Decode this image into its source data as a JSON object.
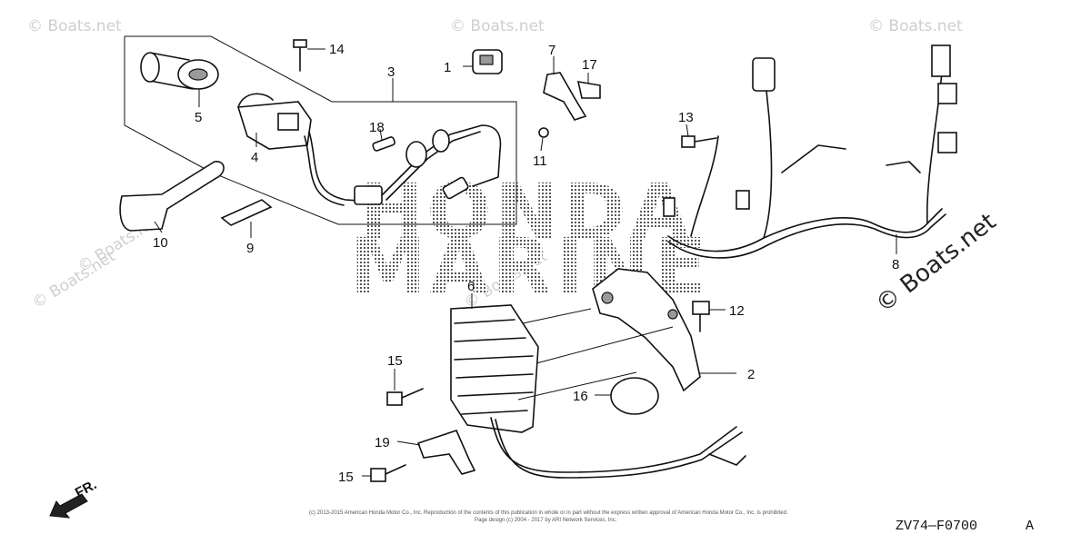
{
  "watermark": {
    "brand_line1": "HONDA",
    "brand_line2": "MARINE",
    "site_small": "© Boats.net",
    "site_large": "© Boats.net"
  },
  "callouts": [
    "1",
    "2",
    "3",
    "4",
    "5",
    "6",
    "7",
    "8",
    "9",
    "10",
    "11",
    "12",
    "13",
    "14",
    "15",
    "15",
    "16",
    "17",
    "18",
    "19"
  ],
  "direction_label": "FR.",
  "diagram_code": "ZV74—F0700",
  "diagram_code_suffix": "A",
  "footer": {
    "line1": "(c) 2013-2015 American Honda Motor Co., Inc. Reproduction of the contents of this publication in whole or in part without the express written approval of American Honda Motor Co., Inc. is prohibited.",
    "line2": "Page design (c) 2004 - 2017 by ARI Network Services, Inc."
  }
}
